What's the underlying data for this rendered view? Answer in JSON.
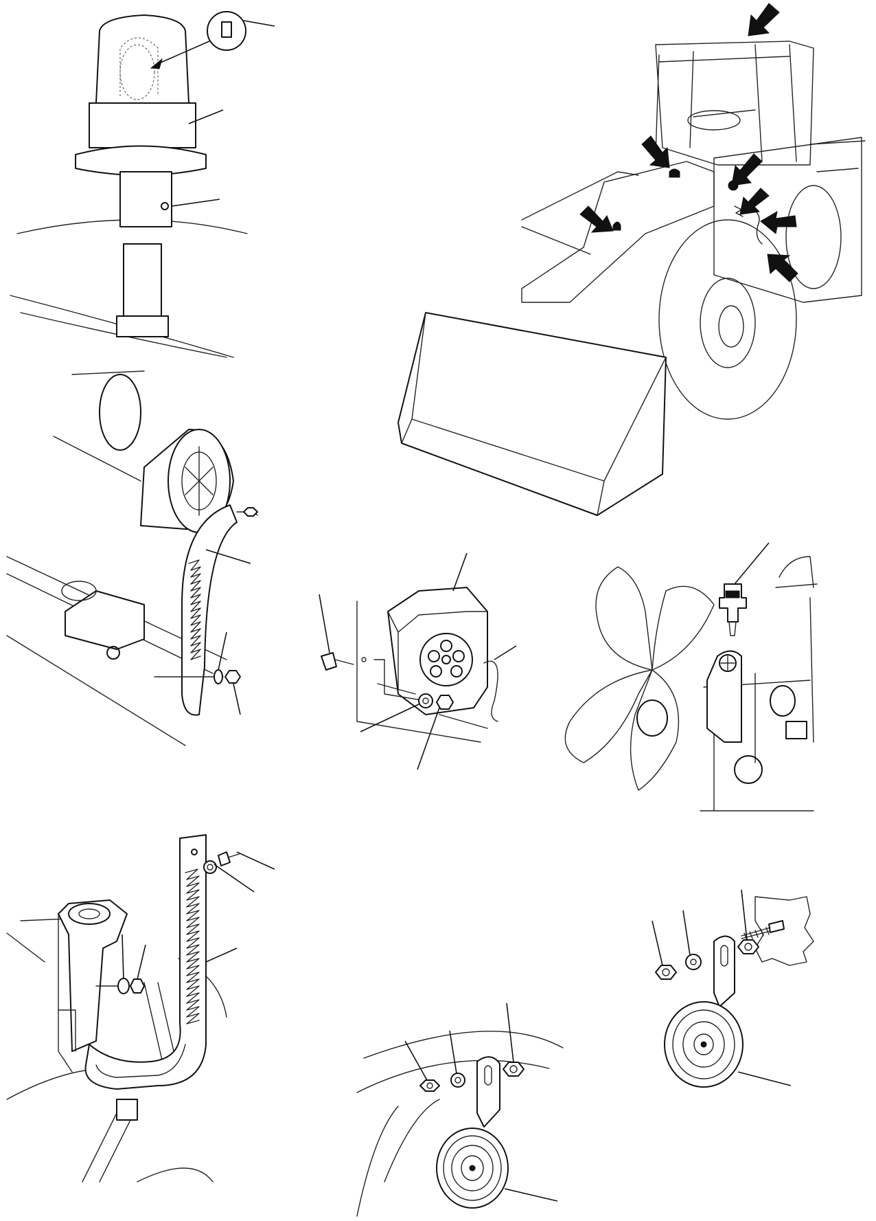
{
  "figure": {
    "type": "technical-exploded-view",
    "panels": [
      "beacon-lamp",
      "loader-overview",
      "ground-strap-alternator",
      "rear-socket",
      "temperature-sender",
      "ground-strap-frame",
      "horn-left",
      "horn-right"
    ],
    "colors": {
      "line": "#111111",
      "background": "#ffffff"
    }
  }
}
